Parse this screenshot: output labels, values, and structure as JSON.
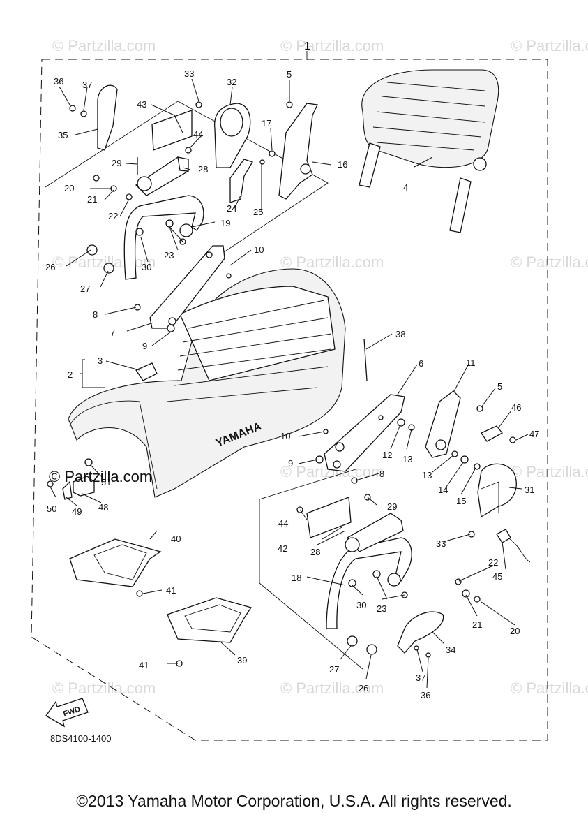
{
  "diagram": {
    "assembly_number": "1",
    "part_code": "8DS4100-1400",
    "fwd_label": "FWD",
    "seat_brand_text": "YAMAHA",
    "watermark": "© Partzilla.com",
    "watermark_inline": "© Partzilla.com",
    "callouts": [
      {
        "id": "c1",
        "text": "1"
      },
      {
        "id": "c36a",
        "text": "36"
      },
      {
        "id": "c37a",
        "text": "37"
      },
      {
        "id": "c35",
        "text": "35"
      },
      {
        "id": "c33a",
        "text": "33"
      },
      {
        "id": "c32",
        "text": "32"
      },
      {
        "id": "c5a",
        "text": "5"
      },
      {
        "id": "c43",
        "text": "43"
      },
      {
        "id": "c44a",
        "text": "44"
      },
      {
        "id": "c17",
        "text": "17"
      },
      {
        "id": "c16",
        "text": "16"
      },
      {
        "id": "c4",
        "text": "4"
      },
      {
        "id": "c29a",
        "text": "29"
      },
      {
        "id": "c28a",
        "text": "28"
      },
      {
        "id": "c20a",
        "text": "20"
      },
      {
        "id": "c21a",
        "text": "21"
      },
      {
        "id": "c22a",
        "text": "22"
      },
      {
        "id": "c24",
        "text": "24"
      },
      {
        "id": "c25",
        "text": "25"
      },
      {
        "id": "c19",
        "text": "19"
      },
      {
        "id": "c23a",
        "text": "23"
      },
      {
        "id": "c30a",
        "text": "30"
      },
      {
        "id": "c10a",
        "text": "10"
      },
      {
        "id": "c26a",
        "text": "26"
      },
      {
        "id": "c27a",
        "text": "27"
      },
      {
        "id": "c8a",
        "text": "8"
      },
      {
        "id": "c7",
        "text": "7"
      },
      {
        "id": "c9a",
        "text": "9"
      },
      {
        "id": "c38",
        "text": "38"
      },
      {
        "id": "c3",
        "text": "3"
      },
      {
        "id": "c2",
        "text": "2"
      },
      {
        "id": "c6",
        "text": "6"
      },
      {
        "id": "c11",
        "text": "11"
      },
      {
        "id": "c5b",
        "text": "5"
      },
      {
        "id": "c46",
        "text": "46"
      },
      {
        "id": "c47",
        "text": "47"
      },
      {
        "id": "c10b",
        "text": "10"
      },
      {
        "id": "c12",
        "text": "12"
      },
      {
        "id": "c13a",
        "text": "13"
      },
      {
        "id": "c9b",
        "text": "9"
      },
      {
        "id": "c13b",
        "text": "13"
      },
      {
        "id": "c14",
        "text": "14"
      },
      {
        "id": "c15",
        "text": "15"
      },
      {
        "id": "c8b",
        "text": "8"
      },
      {
        "id": "c51",
        "text": "51"
      },
      {
        "id": "c31",
        "text": "31"
      },
      {
        "id": "c50",
        "text": "50"
      },
      {
        "id": "c49",
        "text": "49"
      },
      {
        "id": "c48",
        "text": "48"
      },
      {
        "id": "c29b",
        "text": "29"
      },
      {
        "id": "c44b",
        "text": "44"
      },
      {
        "id": "c42",
        "text": "42"
      },
      {
        "id": "c28b",
        "text": "28"
      },
      {
        "id": "c33b",
        "text": "33"
      },
      {
        "id": "c40",
        "text": "40"
      },
      {
        "id": "c22b",
        "text": "22"
      },
      {
        "id": "c18",
        "text": "18"
      },
      {
        "id": "c45",
        "text": "45"
      },
      {
        "id": "c41a",
        "text": "41"
      },
      {
        "id": "c30b",
        "text": "30"
      },
      {
        "id": "c23b",
        "text": "23"
      },
      {
        "id": "c21b",
        "text": "21"
      },
      {
        "id": "c20b",
        "text": "20"
      },
      {
        "id": "c39",
        "text": "39"
      },
      {
        "id": "c34",
        "text": "34"
      },
      {
        "id": "c41b",
        "text": "41"
      },
      {
        "id": "c27b",
        "text": "27"
      },
      {
        "id": "c26b",
        "text": "26"
      },
      {
        "id": "c37b",
        "text": "37"
      },
      {
        "id": "c36b",
        "text": "36"
      }
    ]
  },
  "footer": {
    "copyright": "©2013 Yamaha Motor Corporation, U.S.A. All rights reserved."
  }
}
